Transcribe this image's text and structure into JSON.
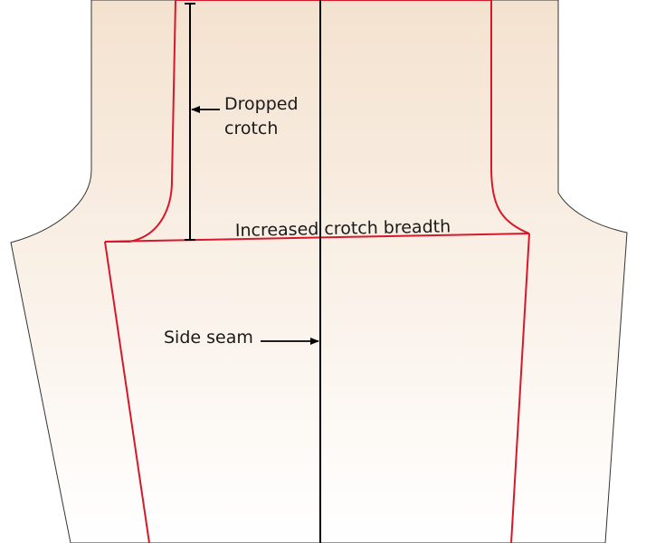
{
  "labels": {
    "dropped_crotch_line1": "Dropped",
    "dropped_crotch_line2": "crotch",
    "crotch_breadth": "Increased crotch breadth",
    "side_seam": "Side seam"
  },
  "colors": {
    "fabric_top": "#f4e2cf",
    "fabric_bottom": "#ffffff",
    "outline": "#333333",
    "adjusted_line": "#d7182a",
    "annotation": "#000000"
  }
}
